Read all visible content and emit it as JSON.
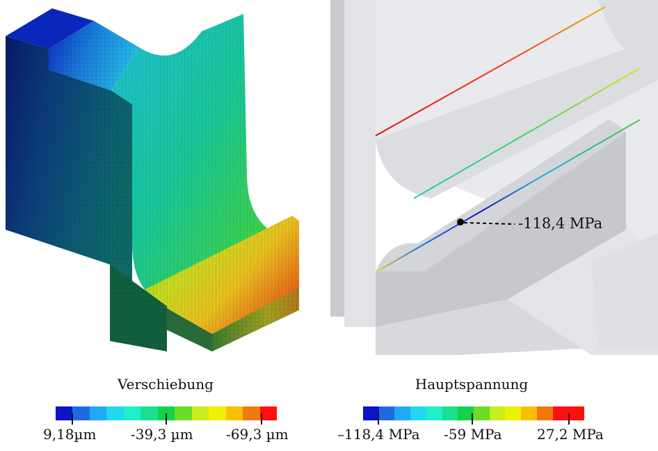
{
  "displacement_legend": {
    "title": "Verschiebung",
    "ticks": [
      "9,18µm",
      "-39,3 µm",
      "-69,3 µm"
    ],
    "colors": [
      "#0a14c8",
      "#1e6be0",
      "#20a8f0",
      "#21d8f0",
      "#1ef0c8",
      "#18e090",
      "#14d24a",
      "#6cdc28",
      "#c8ec1e",
      "#f0f000",
      "#f8c000",
      "#f07a10",
      "#ff1010"
    ]
  },
  "stress_legend": {
    "title": "Hauptspannung",
    "ticks": [
      "–118,4 MPa",
      "-59 MPa",
      "27,2 MPa"
    ],
    "colors": [
      "#0a14c8",
      "#1e6be0",
      "#20a8f0",
      "#21d8f0",
      "#1ef0c8",
      "#18e090",
      "#14d24a",
      "#6cdc28",
      "#c8ec1e",
      "#f0f000",
      "#f8c000",
      "#f07a10",
      "#ff1010",
      "#ff1010"
    ]
  },
  "annotation": {
    "label": "-118,4 MPa"
  }
}
